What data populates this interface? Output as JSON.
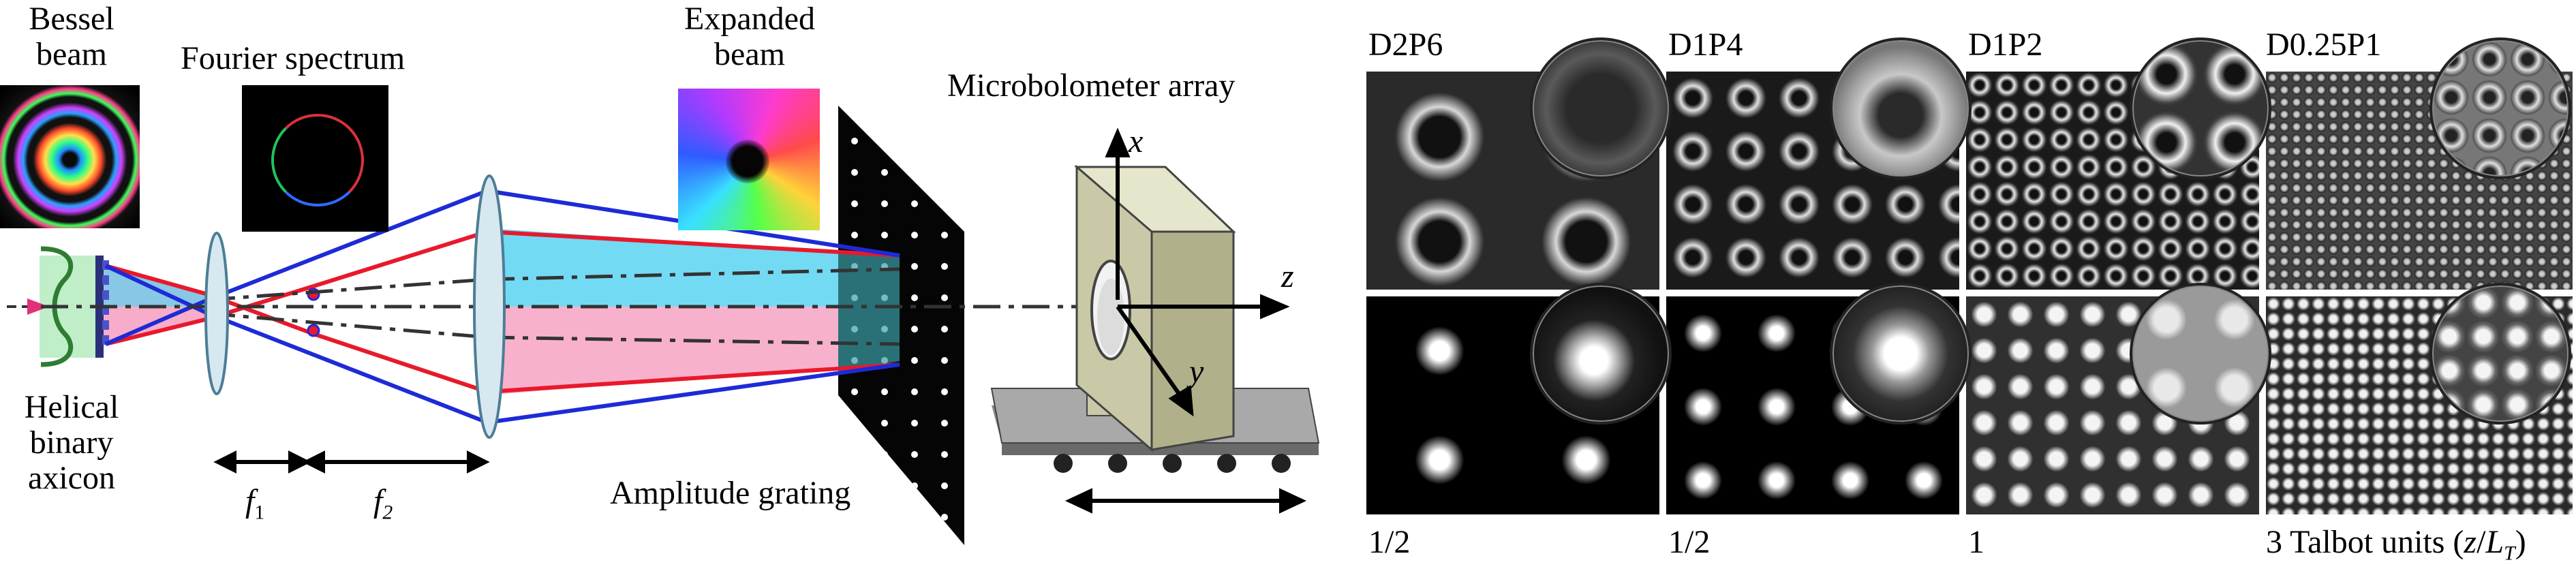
{
  "setup": {
    "labels": {
      "bessel_beam": [
        "Bessel",
        "beam"
      ],
      "fourier_spectrum": "Fourier spectrum",
      "expanded_beam": [
        "Expanded",
        "beam"
      ],
      "microbolometer": "Microbolometer array",
      "axicon": [
        "Helical",
        "binary",
        "axicon"
      ],
      "amplitude_grating": "Amplitude grating",
      "f1_base": "f",
      "f1_sub": "1",
      "f2_base": "f",
      "f2_sub": "2",
      "axis_x": "x",
      "axis_y": "y",
      "axis_z": "z"
    },
    "colors": {
      "red_rays": "#e8192c",
      "blue_rays": "#1d2bd6",
      "pink_fill": "#f7a8c6",
      "cyan_fill": "#5ad3f2",
      "detector_body": "#c9c9a8",
      "stage": "#a9a9a9"
    }
  },
  "results": {
    "columns": [
      {
        "title": "D2P6",
        "distance": "1/2"
      },
      {
        "title": "D1P4",
        "distance": "1/2"
      },
      {
        "title": "D1P2",
        "distance": "1"
      },
      {
        "title": "D0.25P1",
        "distance": "3 Talbot units ("
      }
    ],
    "unit_suffix": {
      "z": "z",
      "slash": "/",
      "L": "L",
      "T": "T",
      "close": ")"
    }
  }
}
